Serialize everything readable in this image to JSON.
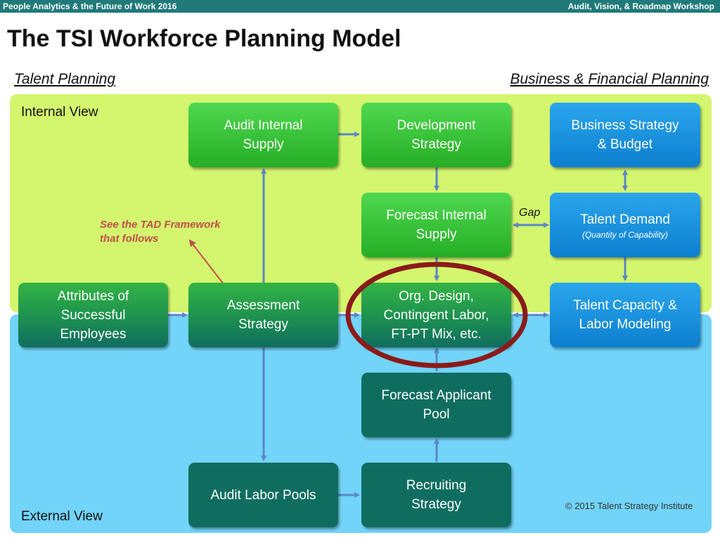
{
  "header": {
    "left": "People Analytics & the Future of Work 2016",
    "right": "Audit, Vision, & Roadmap Workshop"
  },
  "title": "The TSI Workforce Planning Model",
  "subtitles": {
    "left": "Talent Planning",
    "right": "Business & Financial Planning"
  },
  "panels": {
    "internal": "Internal View",
    "external": "External View"
  },
  "boxes": {
    "audit_internal_supply": [
      "Audit Internal",
      "Supply"
    ],
    "development_strategy": [
      "Development",
      "Strategy"
    ],
    "business_strategy": [
      "Business Strategy",
      "& Budget"
    ],
    "forecast_internal_supply": [
      "Forecast Internal",
      "Supply"
    ],
    "talent_demand": {
      "line1": "Talent Demand",
      "note": "(Quantity of Capability)"
    },
    "attributes": [
      "Attributes of",
      "Successful",
      "Employees"
    ],
    "assessment_strategy": [
      "Assessment",
      "Strategy"
    ],
    "org_design": [
      "Org. Design,",
      "Contingent Labor,",
      "FT-PT Mix, etc."
    ],
    "talent_capacity": [
      "Talent Capacity &",
      "Labor Modeling"
    ],
    "forecast_applicant_pool": [
      "Forecast Applicant",
      "Pool"
    ],
    "audit_labor_pools": [
      "Audit Labor Pools"
    ],
    "recruiting_strategy": [
      "Recruiting",
      "Strategy"
    ]
  },
  "annotation": [
    "See the TAD Framework",
    "that follows"
  ],
  "gap_label": "Gap",
  "copyright": "© 2015 Talent Strategy Institute",
  "colors": {
    "header": "#1f7a79",
    "internal_panel": "#d4f56e",
    "external_panel": "#72d4f8",
    "green_box": "#33c233",
    "teal_box": "#0f6d60",
    "blue_box": "#1a90dc",
    "arrow": "#5b87c6",
    "highlight_ellipse": "#8b1a1a",
    "annotation": "#c0504d"
  }
}
